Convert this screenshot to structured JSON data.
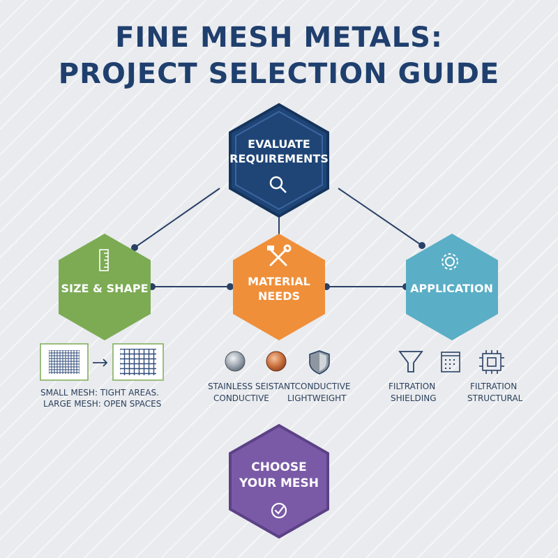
{
  "title": {
    "line1": "FINE MESH METALS:",
    "line2": "PROJECT SELECTION GUIDE"
  },
  "nodes": {
    "evaluate": {
      "label_line1": "EVALUATE",
      "label_line2": "REQUIREMENTS",
      "icon": "magnifier-icon",
      "color": "#1f4576"
    },
    "size": {
      "label": "SIZE & SHAPE",
      "icon": "ruler-icon",
      "color": "#7cab54"
    },
    "material": {
      "label_line1": "MATERIAL",
      "label_line2": "NEEDS",
      "icon": "tools-icon",
      "color": "#ef8f3a"
    },
    "application": {
      "label": "APPLICATION",
      "icon": "gear-icon",
      "color": "#5aaec6"
    },
    "choose": {
      "label_line1": "CHOOSE",
      "label_line2": "YOUR MESH",
      "icon": "check-icon",
      "color": "#7a5aa6"
    }
  },
  "size_notes": {
    "line1": "SMALL MESH: TIGHT AREAS.",
    "line2": "LARGE MESH: OPEN SPACES"
  },
  "material_notes": {
    "line1": "STAINLESS SEISTANTCONDUCTIVE",
    "line2_left": "CONDUCTIVE",
    "line2_right": "LIGHTWEIGHT"
  },
  "application_notes": {
    "col1_line1": "FILTRATION",
    "col1_line2": "SHIELDING",
    "col2_line1": "FILTRATION",
    "col2_line2": "STRUCTURAL"
  },
  "icons": {
    "size_row": [
      "small-mesh-icon",
      "arrow-right-icon",
      "large-mesh-icon"
    ],
    "material_row": [
      "stainless-disc-icon",
      "copper-disc-icon",
      "shield-icon"
    ],
    "application_row": [
      "funnel-icon",
      "shielding-panel-icon",
      "chip-icon"
    ]
  }
}
